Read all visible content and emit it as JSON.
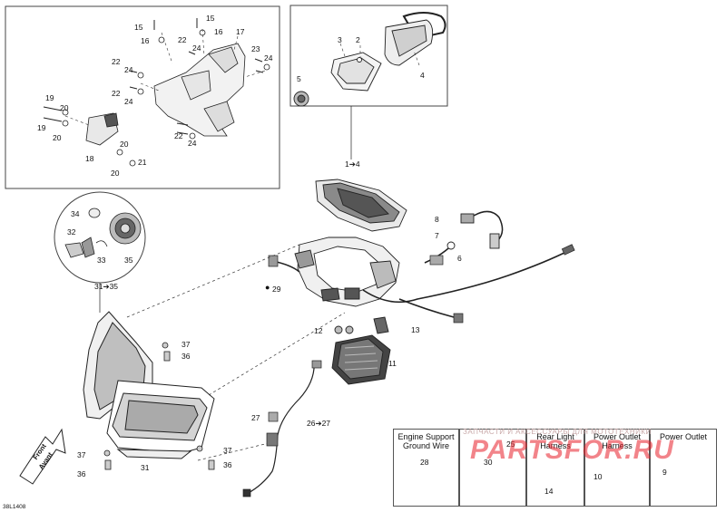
{
  "diagram": {
    "ref_code": "38L1408",
    "front_arrow": {
      "line1": "Front",
      "line2": "Avant"
    },
    "panels": [
      {
        "id": "engine-support",
        "title_line1": "Engine Support",
        "title_line2": "Ground Wire",
        "part": "28"
      },
      {
        "id": "rear-light",
        "title_line1": "Rear Light",
        "title_line2": "Harness",
        "part": "14"
      },
      {
        "id": "power-outlet-harness",
        "title_line1": "Power Outlet",
        "title_line2": "Harness",
        "part": "10"
      },
      {
        "id": "power-outlet",
        "title_line1": "Power Outlet",
        "title_line2": "",
        "part": "9"
      }
    ],
    "extra_panel_parts": [
      "30",
      "25"
    ],
    "callouts": {
      "c15a": "15",
      "c15b": "15",
      "c16a": "16",
      "c16b": "16",
      "c17": "17",
      "c22a": "22",
      "c24a": "24",
      "c23": "23",
      "c24b": "24",
      "c22b": "22",
      "c24c": "24",
      "c22c": "22",
      "c24d": "24",
      "c19a": "19",
      "c20a": "20",
      "c19b": "19",
      "c20b": "20",
      "c18": "18",
      "c20c": "20",
      "c21": "21",
      "c20d": "20",
      "c22d": "22",
      "c24e": "24",
      "c3": "3",
      "c2": "2",
      "c5": "5",
      "c4": "4",
      "c1to4": "1➔4",
      "c34": "34",
      "c32": "32",
      "c33": "33",
      "c35": "35",
      "c31to35": "31➔35",
      "c8": "8",
      "c7": "7",
      "c6": "6",
      "c29": "29",
      "c12": "12",
      "c13": "13",
      "c11": "11",
      "c37a": "37",
      "c36a": "36",
      "c27": "27",
      "c26to27": "26➔27",
      "c37b": "37",
      "c36b": "36",
      "c37c": "37",
      "c36c": "36",
      "c31": "31"
    },
    "watermark": {
      "line1": "ЗАПЧАСТИ И АКСЕССУАРЫ ДЛЯ МОТОТЕХНИКИ",
      "line2": "PARTSFOR.RU",
      "color": "#e8212b"
    }
  }
}
